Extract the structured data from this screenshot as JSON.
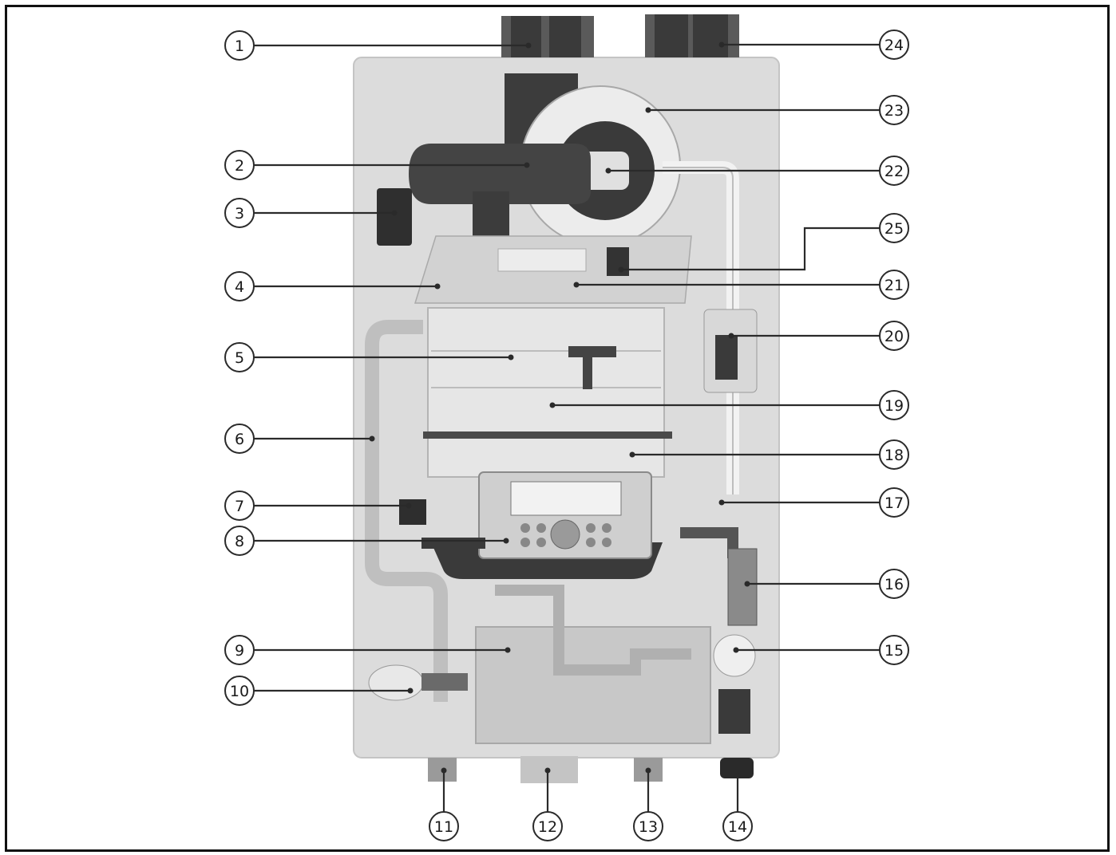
{
  "colors": {
    "panel": "#dcdcdc",
    "panel_edge": "#c4c4c4",
    "dark_part": "#3c3c3c",
    "mid_part": "#8a8a8a",
    "light_part": "#ececec",
    "tank": "#c8c8c8",
    "leader": "#2a2a2a"
  },
  "callouts": [
    {
      "id": "1",
      "label": "1"
    },
    {
      "id": "2",
      "label": "2"
    },
    {
      "id": "3",
      "label": "3"
    },
    {
      "id": "4",
      "label": "4"
    },
    {
      "id": "5",
      "label": "5"
    },
    {
      "id": "6",
      "label": "6"
    },
    {
      "id": "7",
      "label": "7"
    },
    {
      "id": "8",
      "label": "8"
    },
    {
      "id": "9",
      "label": "9"
    },
    {
      "id": "10",
      "label": "10"
    },
    {
      "id": "11",
      "label": "11"
    },
    {
      "id": "12",
      "label": "12"
    },
    {
      "id": "13",
      "label": "13"
    },
    {
      "id": "14",
      "label": "14"
    },
    {
      "id": "15",
      "label": "15"
    },
    {
      "id": "16",
      "label": "16"
    },
    {
      "id": "17",
      "label": "17"
    },
    {
      "id": "18",
      "label": "18"
    },
    {
      "id": "19",
      "label": "19"
    },
    {
      "id": "20",
      "label": "20"
    },
    {
      "id": "21",
      "label": "21"
    },
    {
      "id": "22",
      "label": "22"
    },
    {
      "id": "23",
      "label": "23"
    },
    {
      "id": "24",
      "label": "24"
    },
    {
      "id": "25",
      "label": "25"
    }
  ]
}
